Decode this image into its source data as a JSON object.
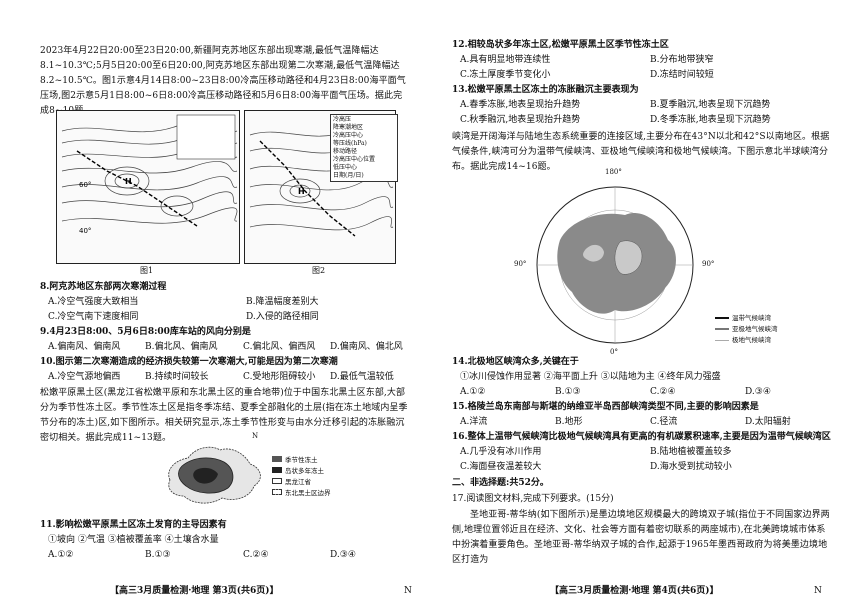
{
  "left": {
    "intro1": "2023年4月22日20:00至23日20:00,新疆阿克苏地区东部出现寒潮,最低气温降幅达8.1~10.3℃;5月5日20:00至6日20:00,阿克苏地区东部出现第二次寒潮,最低气温降幅达8.2~10.5℃。图1示意4月14日8:00~23日8:00冷高压移动路径和4月23日8:00海平面气压场,图2示意5月1日8:00~6日8:00冷高压移动路径和5月6日8:00海平面气压场。据此完成8~10题。",
    "fig1": {
      "caption": "图1",
      "lat60": "60°",
      "lat40": "40°"
    },
    "fig2": {
      "caption": "图2"
    },
    "legend": [
      "冷高压",
      "降寒潮地区",
      "冷高压中心",
      "等压线(hPa)",
      "移动路径",
      "冷高压中心位置",
      "低压中心",
      "日期(月/日)"
    ],
    "q8": {
      "stem": "8.阿克苏地区东部两次寒潮过程",
      "A": "A.冷空气强度大致相当",
      "B": "B.降温幅度差别大",
      "C": "C.冷空气南下速度相同",
      "D": "D.入侵的路径相同"
    },
    "q9": {
      "stem": "9.4月23日8:00、5月6日8:00库车站的风向分别是",
      "A": "A.偏南风、偏南风",
      "B": "B.偏北风、偏南风",
      "C": "C.偏北风、偏西风",
      "D": "D.偏南风、偏北风"
    },
    "q10": {
      "stem": "10.图示第二次寒潮造成的经济损失较第一次寒潮大,可能是因为第二次寒潮",
      "A": "A.冷空气源地偏西",
      "B": "B.持续时间较长",
      "C": "C.受地形阻碍较小",
      "D": "D.最低气温较低"
    },
    "intro2": "松嫩平原黑土区(黑龙江省松嫩平原和东北黑土区的重合地带)位于中国东北黑土区东部,大部分为季节性冻土区。季节性冻土区是指冬季冻结、夏季全部融化的土层(指在冻土地域内呈季节分布的冻土)区,如下图所示。相关研究显示,冻土季节性形变与由水分迁移引起的冻胀融沉密切相关。据此完成11~13题。",
    "map": {
      "north": "N",
      "legend": [
        "季节性冻土",
        "岛状多年冻土",
        "黑龙江省",
        "东北黑土区边界"
      ]
    },
    "q11": {
      "stem": "11.影响松嫩平原黑土区冻土发育的主导因素有",
      "items": "①坡向  ②气温  ③植被覆盖率  ④土壤含水量",
      "A": "A.①②",
      "B": "B.①③",
      "C": "C.②④",
      "D": "D.③④"
    },
    "footer": "【高三3月质量检测·地理  第3页(共6页)】",
    "mark": "N"
  },
  "right": {
    "q12": {
      "stem": "12.相较岛状多年冻土区,松嫩平原黑土区季节性冻土区",
      "A": "A.具有明显地带连续性",
      "B": "B.分布地带狭窄",
      "C": "C.冻土厚度季节变化小",
      "D": "D.冻结时间较短"
    },
    "q13": {
      "stem": "13.松嫩平原黑土区冻土的冻胀融沉主要表现为",
      "A": "A.春季冻胀,地表呈现抬升趋势",
      "B": "B.夏季融沉,地表呈现下沉趋势",
      "C": "C.秋季融沉,地表呈现抬升趋势",
      "D": "D.冬季冻胀,地表呈现下沉趋势"
    },
    "intro3": "峡湾是开阔海洋与陆地生态系统重要的连接区域,主要分布在43°N以北和42°S以南地区。根据气候条件,峡湾可分为温带气候峡湾、亚极地气候峡湾和极地气候峡湾。下图示意北半球峡湾分布。据此完成14~16题。",
    "globe": {
      "top": "180°",
      "left": "90°",
      "right": "90°",
      "bottom": "0°",
      "legend": [
        "温带气候峡湾",
        "亚极地气候峡湾",
        "极地气候峡湾"
      ]
    },
    "q14": {
      "stem": "14.北极地区峡湾众多,关键在于",
      "items": "①冰川侵蚀作用显著  ②海平面上升  ③以陆地为主  ④终年风力强盛",
      "A": "A.①②",
      "B": "B.①③",
      "C": "C.②④",
      "D": "D.③④"
    },
    "q15": {
      "stem": "15.格陵兰岛东南部与斯堪的纳维亚半岛西部峡湾类型不同,主要的影响因素是",
      "A": "A.洋流",
      "B": "B.地形",
      "C": "C.径流",
      "D": "D.太阳辐射"
    },
    "q16": {
      "stem": "16.整体上温带气候峡湾比极地气候峡湾具有更高的有机碳累积速率,主要是因为温带气候峡湾区",
      "A": "A.几乎没有冰川作用",
      "B": "B.陆地植被覆盖较多",
      "C": "C.海面昼夜温差较大",
      "D": "D.海水受到扰动较小"
    },
    "section2": "二、非选择题:共52分。",
    "q17": "17.阅读图文材料,完成下列要求。(15分)",
    "q17text": "圣地亚哥-蒂华纳(如下图所示)是墨边境地区规模最大的跨境双子城(指位于不同国家边界两侧,地理位置邻近且在经济、文化、社会等方面有着密切联系的两座城市),在北美跨境城市体系中扮演着重要角色。圣地亚哥-蒂华纳双子城的合作,起源于1965年墨西哥政府为将美墨边境地区打造为",
    "footer": "【高三3月质量检测·地理  第4页(共6页)】",
    "mark": "N"
  }
}
